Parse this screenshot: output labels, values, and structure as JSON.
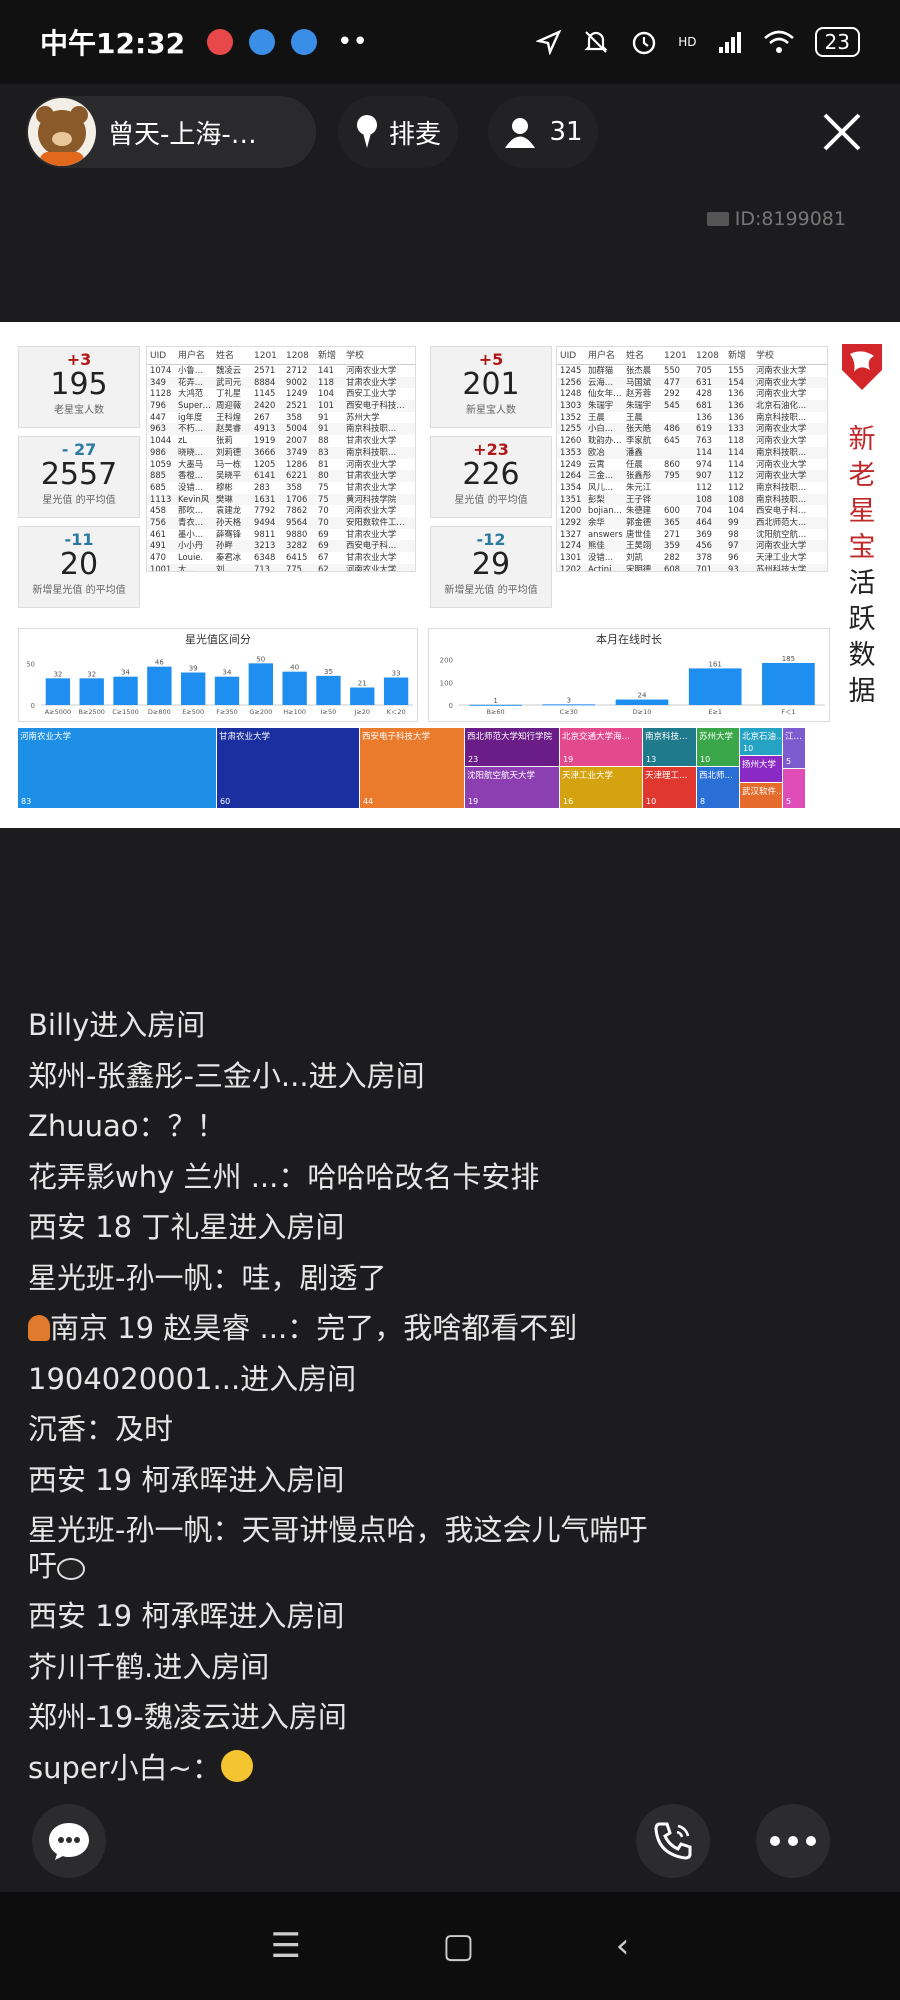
{
  "status_bar": {
    "time": "中午12:32",
    "app_icon_colors": [
      "#e8484a",
      "#3a8ee6",
      "#3a8ee6"
    ],
    "more": "••",
    "icons": [
      "location-icon",
      "mute-icon",
      "alarm-icon",
      "signal-icon",
      "wifi-icon"
    ],
    "network": "HD",
    "battery": "23"
  },
  "header": {
    "host_name": "曾天-上海-…",
    "queue_label": "排麦",
    "viewer_count": "31",
    "room_id": "ID:8199081"
  },
  "screen": {
    "side_title": [
      "新",
      "老",
      "星",
      "宝",
      "活",
      "跃",
      "数",
      "据"
    ],
    "kpis_left": [
      {
        "delta": "+3",
        "value": "195",
        "label": "老星宝人数",
        "dir": "up"
      },
      {
        "delta": "- 27",
        "value": "2557",
        "label": "星光值 的平均值",
        "dir": "down"
      },
      {
        "delta": "-11",
        "value": "20",
        "label": "新增星光值 的平均值",
        "dir": "down"
      }
    ],
    "kpis_right": [
      {
        "delta": "+5",
        "value": "201",
        "label": "新星宝人数",
        "dir": "up"
      },
      {
        "delta": "+23",
        "value": "226",
        "label": "星光值 的平均值",
        "dir": "up"
      },
      {
        "delta": "-12",
        "value": "29",
        "label": "新增星光值 的平均值",
        "dir": "down"
      }
    ],
    "table_headers": [
      "UID",
      "用户名",
      "姓名",
      "1201",
      "1208",
      "新增",
      "学校"
    ],
    "table_left": [
      [
        "1074",
        "小鲁…",
        "魏凌云",
        "2571",
        "2712",
        "141",
        "河南农业大学"
      ],
      [
        "349",
        "花弄…",
        "武司元",
        "8884",
        "9002",
        "118",
        "甘肃农业大学"
      ],
      [
        "1128",
        "大鸿范",
        "丁礼星",
        "1145",
        "1249",
        "104",
        "西安工业大学"
      ],
      [
        "796",
        "Super…",
        "周迎薇",
        "2420",
        "2521",
        "101",
        "西安电子科技…"
      ],
      [
        "447",
        "ig年度",
        "王科煌",
        "267",
        "358",
        "91",
        "苏州大学"
      ],
      [
        "963",
        "不朽…",
        "赵昊睿",
        "4913",
        "5004",
        "91",
        "南京科技职…"
      ],
      [
        "1044",
        "zL",
        "张莉",
        "1919",
        "2007",
        "88",
        "甘肃农业大学"
      ],
      [
        "986",
        "晓晓…",
        "刘莉德",
        "3666",
        "3749",
        "83",
        "南京科技职…"
      ],
      [
        "1059",
        "大墨马",
        "马一栋",
        "1205",
        "1286",
        "81",
        "河南农业大学"
      ],
      [
        "885",
        "香橙…",
        "吴晓平",
        "6141",
        "6221",
        "80",
        "甘肃农业大学"
      ],
      [
        "685",
        "没错…",
        "穆彬",
        "283",
        "358",
        "75",
        "甘肃农业大学"
      ],
      [
        "1113",
        "Kevin风",
        "樊琳",
        "1631",
        "1706",
        "75",
        "黄河科技学院"
      ],
      [
        "458",
        "那吹…",
        "袁建龙",
        "7792",
        "7862",
        "70",
        "河南农业大学"
      ],
      [
        "756",
        "青衣…",
        "孙天格",
        "9494",
        "9564",
        "70",
        "安阳数软件工…"
      ],
      [
        "461",
        "墨小…",
        "薛骞锋",
        "9811",
        "9880",
        "69",
        "甘肃农业大学"
      ],
      [
        "491",
        "小小丹",
        "孙畔",
        "3213",
        "3282",
        "69",
        "西安电子科…"
      ],
      [
        "470",
        "Louie.",
        "秦君冰",
        "6348",
        "6415",
        "67",
        "甘肃农业大学"
      ],
      [
        "1001",
        "大…",
        "刘…",
        "713",
        "775",
        "62",
        "河南农业大学"
      ]
    ],
    "table_right": [
      [
        "1245",
        "加群猫",
        "张杰晨",
        "550",
        "705",
        "155",
        "河南农业大学"
      ],
      [
        "1256",
        "云海…",
        "马国斌",
        "477",
        "631",
        "154",
        "河南农业大学"
      ],
      [
        "1248",
        "仙女年…",
        "赵芳蓉",
        "292",
        "428",
        "136",
        "河南农业大学"
      ],
      [
        "1303",
        "朱瑞宇",
        "朱瑞宇",
        "545",
        "681",
        "136",
        "北京石油化…"
      ],
      [
        "1352",
        "王晨",
        "王晨",
        "",
        "136",
        "136",
        "南京科技职…"
      ],
      [
        "1255",
        "小白…",
        "张天皓",
        "486",
        "619",
        "133",
        "河南农业大学"
      ],
      [
        "1260",
        "耽韵办…",
        "李家航",
        "645",
        "763",
        "118",
        "河南农业大学"
      ],
      [
        "1353",
        "欧冶",
        "潘鑫",
        "",
        "114",
        "114",
        "南京科技职…"
      ],
      [
        "1249",
        "云霄",
        "任晨",
        "860",
        "974",
        "114",
        "河南农业大学"
      ],
      [
        "1264",
        "三金…",
        "张鑫彤",
        "795",
        "907",
        "112",
        "河南农业大学"
      ],
      [
        "1354",
        "风儿…",
        "朱元江",
        "",
        "112",
        "112",
        "南京科技职…"
      ],
      [
        "1351",
        "彭梨",
        "王子铧",
        "",
        "108",
        "108",
        "南京科技职…"
      ],
      [
        "1200",
        "bojian…",
        "朱德建",
        "600",
        "704",
        "104",
        "西安电子科…"
      ],
      [
        "1292",
        "余华",
        "郭金德",
        "365",
        "464",
        "99",
        "西北师范大…"
      ],
      [
        "1327",
        "answers",
        "唐世佳",
        "271",
        "369",
        "98",
        "沈阳航空航…"
      ],
      [
        "1274",
        "熊佳",
        "王昊翊",
        "359",
        "456",
        "97",
        "河南农业大学"
      ],
      [
        "1301",
        "没错…",
        "刘凯",
        "282",
        "378",
        "96",
        "天津工业大学"
      ],
      [
        "1202",
        "Actini…",
        "宋明德",
        "608",
        "701",
        "93",
        "苏州科技大学"
      ]
    ],
    "treemap": [
      {
        "label": "河南农业大学",
        "n": "83",
        "color": "#1d8fe6"
      },
      {
        "label": "甘肃农业大学",
        "n": "60",
        "color": "#1a2fa0"
      },
      {
        "label": "西安电子科技大学",
        "n": "44",
        "color": "#ea7b2c"
      },
      {
        "label": "西北师范大学知行学院",
        "n": "23",
        "color": "#6a1d86"
      },
      {
        "label": "沈阳航空航天大学",
        "n": "19",
        "color": "#8b3fb0"
      },
      {
        "label": "北京交通大学海…",
        "n": "19",
        "color": "#e34a8e"
      },
      {
        "label": "天津工业大学",
        "n": "16",
        "color": "#d6a310"
      },
      {
        "label": "南京科技…",
        "n": "13",
        "color": "#1f7a8c"
      },
      {
        "label": "天津理工…",
        "n": "10",
        "color": "#e0382e"
      },
      {
        "label": "苏州大学",
        "n": "10",
        "color": "#3aa64a"
      },
      {
        "label": "西北师…",
        "n": "8",
        "color": "#2a6fd6"
      },
      {
        "label": "北京石油…",
        "n": "10",
        "color": "#24a3c4"
      },
      {
        "label": "扬州大学",
        "n": "",
        "color": "#8a2ac4"
      },
      {
        "label": "武汉软件…",
        "n": "",
        "color": "#e56b2c"
      },
      {
        "label": "江…",
        "n": "5",
        "color": "#7d5ccf"
      },
      {
        "label": "",
        "n": "5",
        "color": "#e04cb8"
      }
    ]
  },
  "chart_data": [
    {
      "type": "bar",
      "title": "星光值区间分",
      "categories": [
        "A≥5000",
        "B≥2500",
        "C≥1500",
        "D≥800",
        "E≥500",
        "F≥350",
        "G≥200",
        "H≥100",
        "I≥50",
        "J≥20",
        "K＜20"
      ],
      "values": [
        32,
        32,
        34,
        46,
        39,
        34,
        50,
        40,
        35,
        21,
        33
      ],
      "ylim": [
        0,
        60
      ],
      "yticks": [
        "50",
        "0"
      ]
    },
    {
      "type": "bar",
      "title": "本月在线时长",
      "categories": [
        "B≥60",
        "C≥30",
        "D≥10",
        "E≥1",
        "F＜1"
      ],
      "values": [
        1,
        3,
        24,
        161,
        185
      ],
      "ylim": [
        0,
        220
      ],
      "yticks": [
        "200",
        "100",
        "0"
      ]
    }
  ],
  "chat": [
    {
      "text": "Billy进入房间"
    },
    {
      "text": "郑州-张鑫彤-三金小...进入房间"
    },
    {
      "text": "Zhuuao：？！"
    },
    {
      "text": "花弄影why 兰州 ...：哈哈哈改名卡安排"
    },
    {
      "text": "西安 18 丁礼星进入房间"
    },
    {
      "text": "星光班-孙一帆：哇，剧透了"
    },
    {
      "text": "南京 19 赵昊睿 ...：完了，我啥都看不到"
    },
    {
      "text": "1904020001...进入房间"
    },
    {
      "text": "沉香：及时"
    },
    {
      "text": "西安 19 柯承晖进入房间"
    },
    {
      "text": "星光班-孙一帆：天哥讲慢点哈，我这会儿气喘吁吁"
    },
    {
      "text": "西安 19 柯承晖进入房间"
    },
    {
      "text": "芥川千鹤.进入房间"
    },
    {
      "text": "郑州-19-魏凌云进入房间"
    },
    {
      "text": "super小白~："
    }
  ],
  "bottom": {
    "icons": [
      "chat-bubble-icon",
      "call-icon",
      "more-icon"
    ]
  },
  "navbar": {
    "icons": [
      "menu-icon",
      "home-icon",
      "back-icon"
    ],
    "menu_glyph": "☰",
    "home_glyph": "▢",
    "back_glyph": "‹"
  }
}
